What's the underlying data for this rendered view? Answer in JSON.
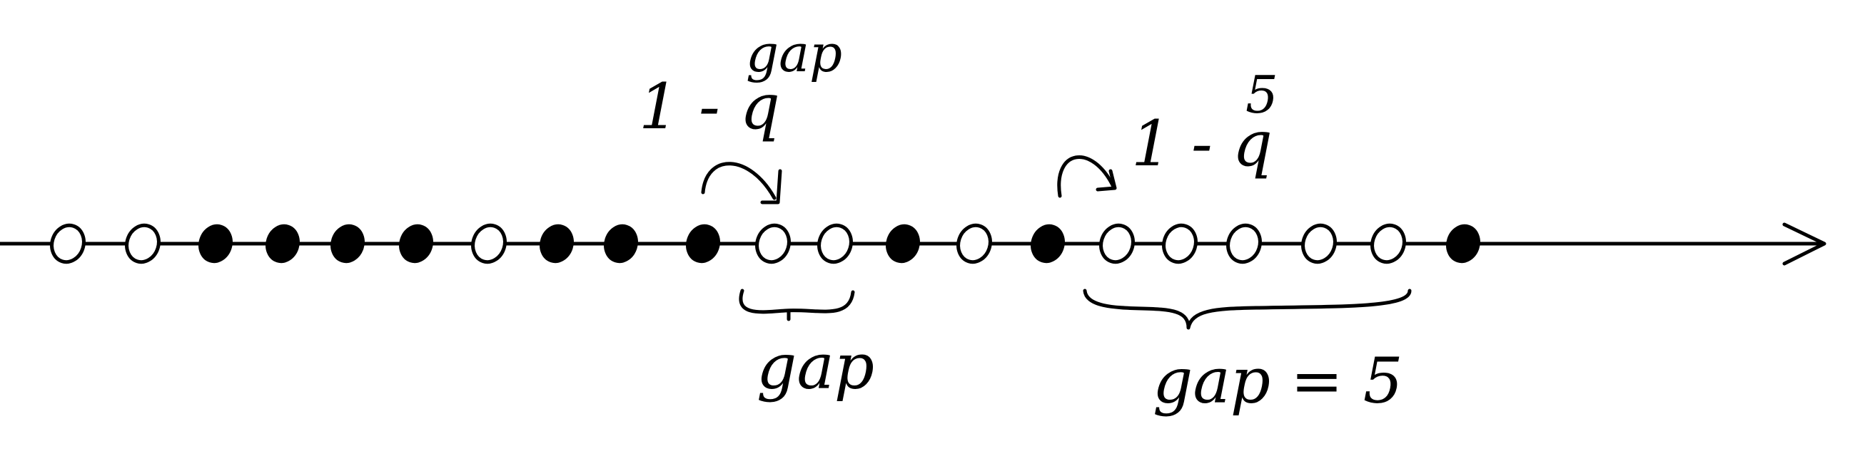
{
  "particles": [
    {
      "state": "empty"
    },
    {
      "state": "empty"
    },
    {
      "state": "filled"
    },
    {
      "state": "filled"
    },
    {
      "state": "filled"
    },
    {
      "state": "filled"
    },
    {
      "state": "empty"
    },
    {
      "state": "filled"
    },
    {
      "state": "filled"
    },
    {
      "state": "filled"
    },
    {
      "state": "empty"
    },
    {
      "state": "empty"
    },
    {
      "state": "filled"
    },
    {
      "state": "empty"
    },
    {
      "state": "filled"
    },
    {
      "state": "empty"
    },
    {
      "state": "empty"
    },
    {
      "state": "empty"
    },
    {
      "state": "empty"
    },
    {
      "state": "empty"
    },
    {
      "state": "filled"
    }
  ],
  "labels": {
    "left_jump_base": "1 - q",
    "left_jump_exponent": "gap",
    "right_jump_base": "1 - q",
    "right_jump_exponent": "5",
    "left_brace_label": "gap",
    "right_brace_label": "gap = 5"
  },
  "colors": {
    "ink": "#000000",
    "background": "#ffffff"
  }
}
